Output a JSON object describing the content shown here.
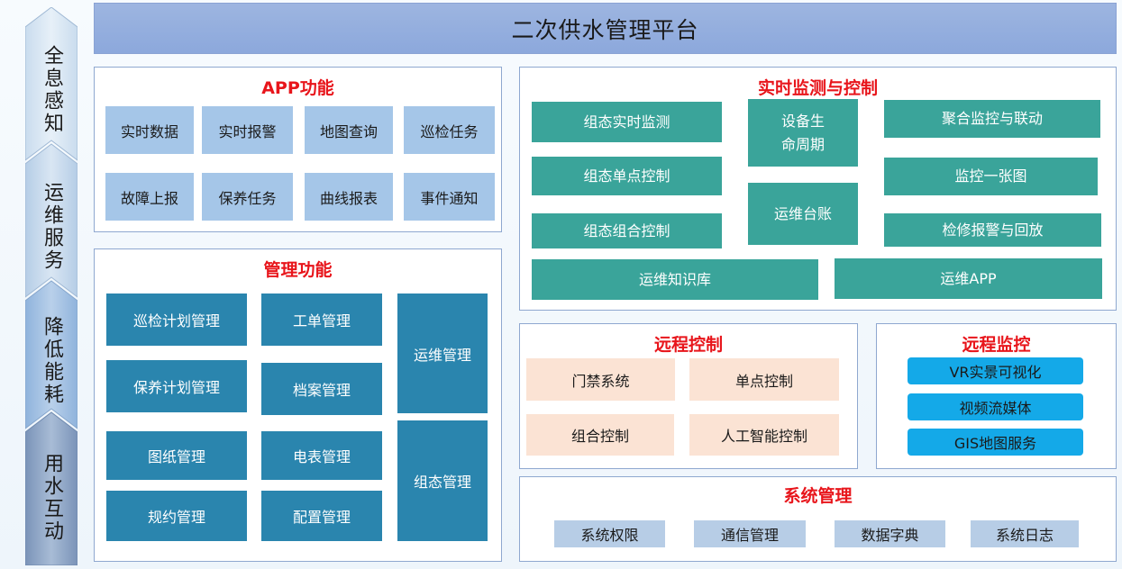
{
  "title": "二次供水管理平台",
  "side_labels": [
    "全息感知",
    "运维服务",
    "降低能耗",
    "用水互动"
  ],
  "app": {
    "title": "APP功能",
    "items": [
      "实时数据",
      "实时报警",
      "地图查询",
      "巡检任务",
      "故障上报",
      "保养任务",
      "曲线报表",
      "事件通知"
    ]
  },
  "mgmt": {
    "title": "管理功能",
    "items": [
      "巡检计划管理",
      "工单管理",
      "保养计划管理",
      "档案管理",
      "图纸管理",
      "电表管理",
      "规约管理",
      "配置管理"
    ],
    "ops": "运维管理",
    "config": "组态管理"
  },
  "monitor": {
    "title": "实时监测与控制",
    "left": [
      "组态实时监测",
      "组态单点控制",
      "组态组合控制"
    ],
    "mid": [
      "设备生\n命周期",
      "运维台账"
    ],
    "right": [
      "聚合监控与联动",
      "监控一张图",
      "检修报警与回放"
    ],
    "bottom": [
      "运维知识库",
      "运维APP"
    ]
  },
  "remote_control": {
    "title": "远程控制",
    "items": [
      "门禁系统",
      "单点控制",
      "组合控制",
      "人工智能控制"
    ]
  },
  "remote_monitor": {
    "title": "远程监控",
    "items": [
      "VR实景可视化",
      "视频流媒体",
      "GIS地图服务"
    ]
  },
  "system": {
    "title": "系统管理",
    "items": [
      "系统权限",
      "通信管理",
      "数据字典",
      "系统日志"
    ]
  },
  "colors": {
    "title_red": "#e8151b",
    "teal": "#3aa49a",
    "steel_blue": "#2a85ae",
    "light_blue": "#a5c6e8",
    "peach": "#fbe3d4",
    "cyan": "#14a9e8"
  }
}
